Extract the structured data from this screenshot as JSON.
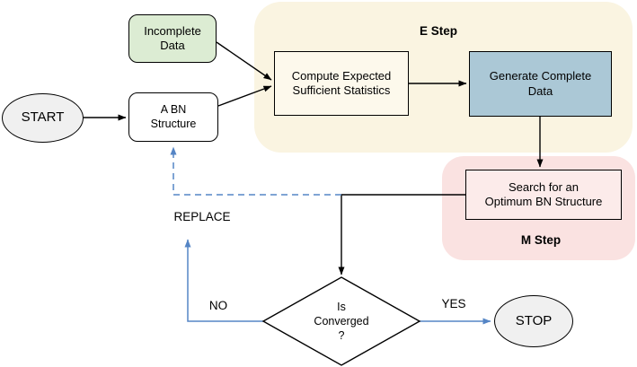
{
  "colors": {
    "text": "#000000",
    "node-border": "#000000",
    "arrow-black": "#000000",
    "arrow-blue": "#5585c5",
    "start-fill": "#f0f0f0",
    "stop-fill": "#f0f0f0",
    "incomplete-fill": "#dcecd3",
    "bn-fill": "#ffffff",
    "estep-region-fill": "#faf4e1",
    "compute-fill": "#fdf9ec",
    "generate-fill": "#abc8d6",
    "mstep-region-fill": "#fae2e1",
    "search-fill": "#fcebea",
    "diamond-fill": "#ffffff"
  },
  "nodes": {
    "start": {
      "label": "START"
    },
    "incomplete_data": {
      "label": "Incomplete\nData"
    },
    "bn_structure": {
      "label": "A BN\nStructure"
    },
    "compute": {
      "label": "Compute Expected\nSufficient Statistics"
    },
    "generate": {
      "label": "Generate Complete\nData"
    },
    "search": {
      "label": "Search for an\nOptimum BN Structure"
    },
    "converged": {
      "label": "Is\nConverged\n?"
    },
    "stop": {
      "label": "STOP"
    }
  },
  "regions": {
    "e_step": {
      "label": "E Step"
    },
    "m_step": {
      "label": "M Step"
    }
  },
  "edge_labels": {
    "replace": "REPLACE",
    "no": "NO",
    "yes": "YES"
  }
}
